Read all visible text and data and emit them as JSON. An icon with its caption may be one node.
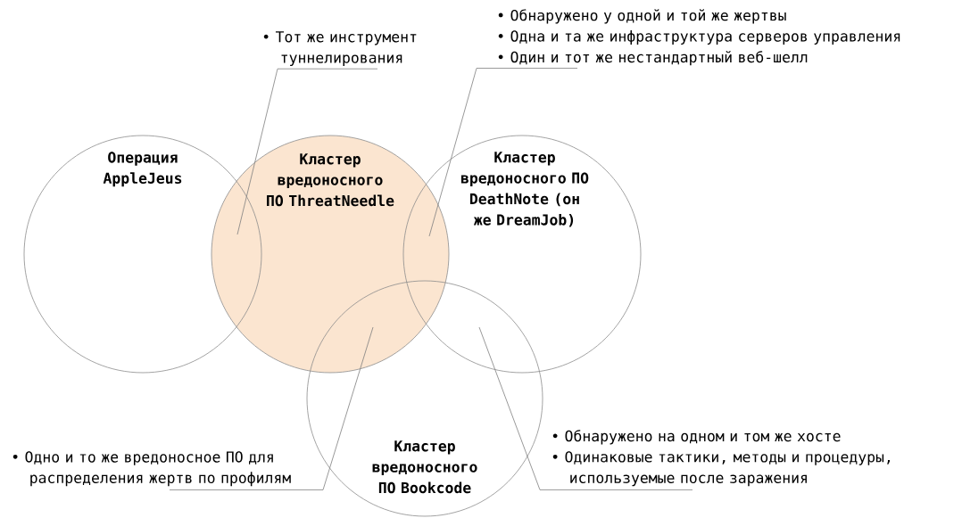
{
  "diagram": {
    "nodes": [
      {
        "text": [
          "Операция AppleJeus"
        ]
      },
      {
        "text": [
          "Кластер вредоносного ПО ThreatNeedle"
        ]
      },
      {
        "text": [
          "Кластер вредоносного ПО DeathNote (он же DreamJob)"
        ]
      },
      {
        "text": [
          "Кластер вредоносного ПО Bookcode"
        ]
      },
      {
        "text": [
          "• Тот же инструмент туннелирования"
        ]
      },
      {
        "text": [
          "• Обнаружено у одной и той же жертвы",
          "• Одна и та же инфраструктура серверов управления",
          "• Один и тот же нестандартный веб-шелл"
        ]
      },
      {
        "text": [
          "• Одно и то же вредоносное ПО для распределения жертв по профилям"
        ]
      },
      {
        "text": [
          "• Обнаружено на одном и том же хосте",
          "• Одинаковые тактики, методы и процедуры, используемые после заражения"
        ]
      }
    ],
    "edges": [
      {
        "from": 4,
        "to": 0,
        "arrow": "none"
      },
      {
        "from": 5,
        "to": 1,
        "arrow": "none"
      },
      {
        "from": 6,
        "to": 3,
        "arrow": "none"
      },
      {
        "from": 7,
        "to": 3,
        "arrow": "none"
      }
    ]
  }
}
